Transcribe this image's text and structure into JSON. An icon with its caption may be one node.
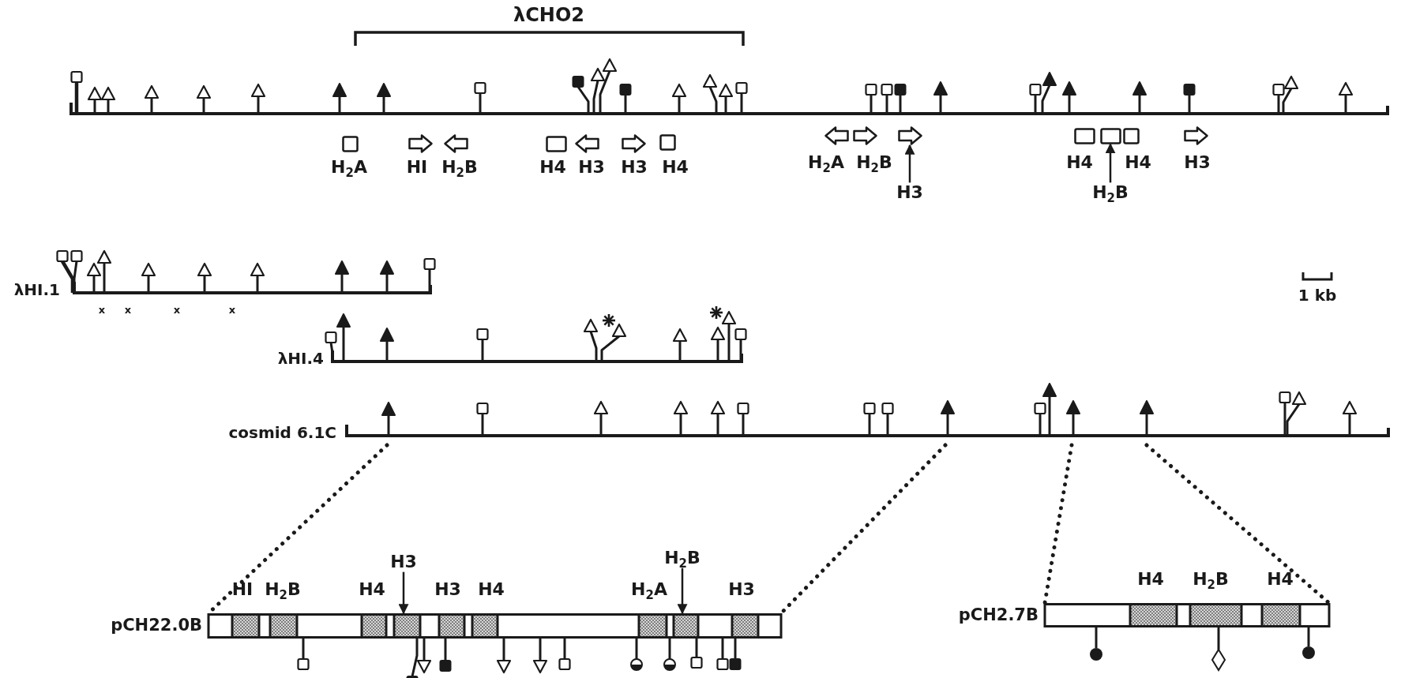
{
  "diagram": {
    "nodes": [
      {
        "text": [],
        "shape": "bar"
      },
      {
        "text": [],
        "shape": "arrow"
      },
      {
        "text": [],
        "shape": "box"
      },
      {
        "text": [
          "H3"
        ]
      },
      {
        "text": [
          "H$_{2}$B"
        ]
      },
      {
        "text": [
          "λHI.1"
        ]
      },
      {
        "text": [
          "λHI.4"
        ]
      },
      {
        "text": [
          "cosmid 6.1C"
        ]
      },
      {
        "text": [
          "H3"
        ]
      },
      {
        "text": [
          "H$_{2}$B"
        ]
      },
      {
        "text": [
          "pCH22.0B"
        ]
      },
      {
        "text": [
          "pCH2.7B"
        ]
      }
    ],
    "edges": [
      {
        "from": 7,
        "to": 10,
        "arrow": "none",
        "style": "dashed"
      },
      {
        "from": 7,
        "to": 10,
        "arrow": "none",
        "style": "dashed"
      },
      {
        "from": 7,
        "to": 11,
        "arrow": "none",
        "style": "dashed"
      },
      {
        "from": 7,
        "to": 11,
        "arrow": "none",
        "style": "dashed"
      },
      {
        "from": 3,
        "to": 1,
        "arrow": "to"
      },
      {
        "from": 4,
        "to": 2,
        "arrow": "to"
      },
      {
        "from": 8,
        "to": 10,
        "arrow": "to"
      },
      {
        "from": 9,
        "to": 10,
        "arrow": "to"
      }
    ],
    "labels": [
      "λCHO2",
      "H$_{2}$A",
      "HI",
      "H$_{2}$B",
      "H4",
      "H3",
      "H3",
      "H4",
      "H$_{2}$A",
      "H$_{2}$B",
      "H4",
      "H4",
      "H3",
      "1 kb",
      "x",
      "x",
      "x",
      "x",
      "HI",
      "H$_{2}$B",
      "H4",
      "H3",
      "H4",
      "H$_{2}$A",
      "H3",
      "H4",
      "H$_{2}$B",
      "H4"
    ]
  }
}
